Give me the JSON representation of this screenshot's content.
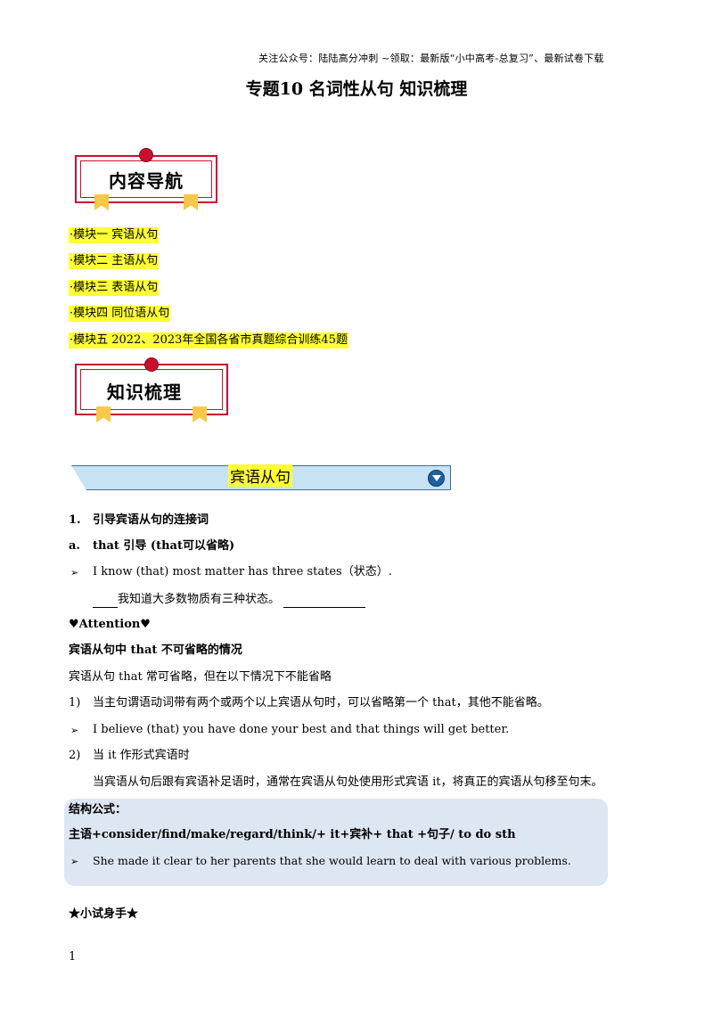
{
  "header_note": "关注公众号：陆陆高分冲刺 ~领取：最新版“小中高考-总复习”、最新试卷下载",
  "title": "专题10 名词性从句 知识梳理",
  "badges": {
    "navigation": "内容导航",
    "knowledge": "知识梳理"
  },
  "nav_items": [
    "·模块一 宾语从句",
    "·模块二 主语从句",
    "·模块三 表语从句",
    "·模块四 同位语从句",
    "·模块五 2022、2023年全国各省市真题综合训练45题"
  ],
  "section": {
    "title": "宾语从句"
  },
  "content": {
    "h1_num": "1.",
    "h1_text": "引导宾语从句的连接词",
    "ha_num": "a.",
    "ha_text": "that 引导 (that可以省略)",
    "bullet_glyph": "➢",
    "ex1": "I know (that) most matter has three states（状态）.",
    "ex1_translation": "我知道大多数物质有三种状态。",
    "attention": "♥Attention♥",
    "rule_title": "宾语从句中 that 不可省略的情况",
    "rule_intro": "宾语从句 that 常可省略，但在以下情况下不能省略",
    "r1_num": "1)",
    "r1_text": "当主句谓语动词带有两个或两个以上宾语从句时，可以省略第一个 that，其他不能省略。",
    "ex2": "I believe (that) you have done your best and that things will get better.",
    "r2_num": "2)",
    "r2_text": "当 it 作形式宾语时",
    "r2_detail": "当宾语从句后跟有宾语补足语时，通常在宾语从句处使用形式宾语 it，将真正的宾语从句移至句末。",
    "formula_label": "结构公式：",
    "formula": "主语+consider/find/make/regard/think/+ it+宾补+ that +句子/ to do sth",
    "ex3": "She made it clear to her parents that she would learn to deal with various problems.",
    "practice": "★小试身手★"
  },
  "page_number": "1",
  "colors": {
    "highlight": "#ffff33",
    "badge_red": "#c8102e",
    "section_blue": "#c7e2f4",
    "formula_bg": "#dde6f3"
  }
}
